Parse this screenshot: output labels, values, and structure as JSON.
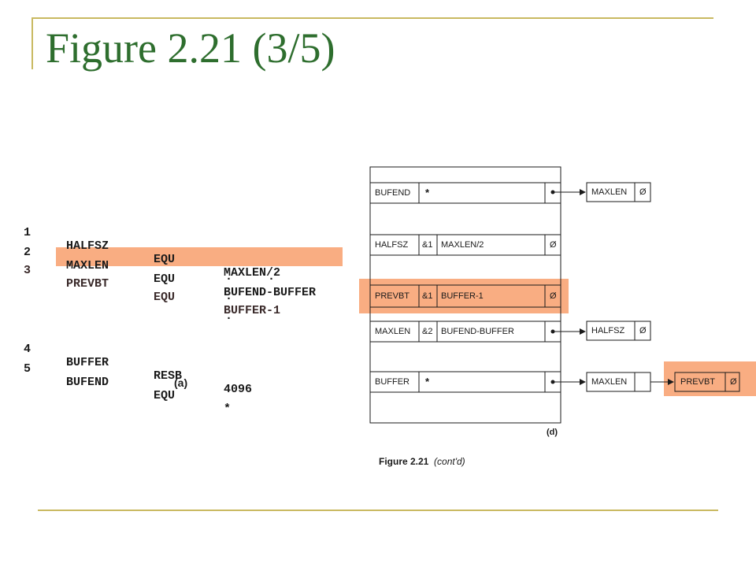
{
  "slide": {
    "title": "Figure 2.21 (3/5)"
  },
  "program": {
    "lines": [
      {
        "num": "1",
        "label": "HALFSZ",
        "op": "EQU",
        "operand": "MAXLEN/2"
      },
      {
        "num": "2",
        "label": "MAXLEN",
        "op": "EQU",
        "operand": "BUFEND-BUFFER"
      },
      {
        "num": "3",
        "label": "PREVBT",
        "op": "EQU",
        "operand": "BUFFER-1"
      },
      {
        "num": "4",
        "label": "BUFFER",
        "op": "RESB",
        "operand": "4096"
      },
      {
        "num": "5",
        "label": "BUFEND",
        "op": "EQU",
        "operand": "*"
      }
    ],
    "ellipsis": ".",
    "caption": "(a)"
  },
  "symtab": {
    "entries": [
      {
        "name": "BUFEND",
        "depth": "",
        "value": "*",
        "flag": ""
      },
      {
        "name": "HALFSZ",
        "depth": "&1",
        "value": "MAXLEN/2",
        "flag": "Ø"
      },
      {
        "name": "PREVBT",
        "depth": "&1",
        "value": "BUFFER-1",
        "flag": "Ø"
      },
      {
        "name": "MAXLEN",
        "depth": "&2",
        "value": "BUFEND-BUFFER",
        "flag": ""
      },
      {
        "name": "BUFFER",
        "depth": "",
        "value": "*",
        "flag": ""
      }
    ],
    "refs": [
      {
        "name": "MAXLEN",
        "flag": "Ø"
      },
      {
        "name": "HALFSZ",
        "flag": "Ø"
      },
      {
        "name": "MAXLEN",
        "flag": ""
      },
      {
        "name": "PREVBT",
        "flag": "Ø"
      }
    ],
    "caption": "(d)"
  },
  "caption": {
    "figure": "Figure 2.21",
    "note": "(cont'd)"
  },
  "colors": {
    "title_green": "#2e6e2e",
    "rule_gold": "#c9b961",
    "highlight": "#f9ad82"
  }
}
